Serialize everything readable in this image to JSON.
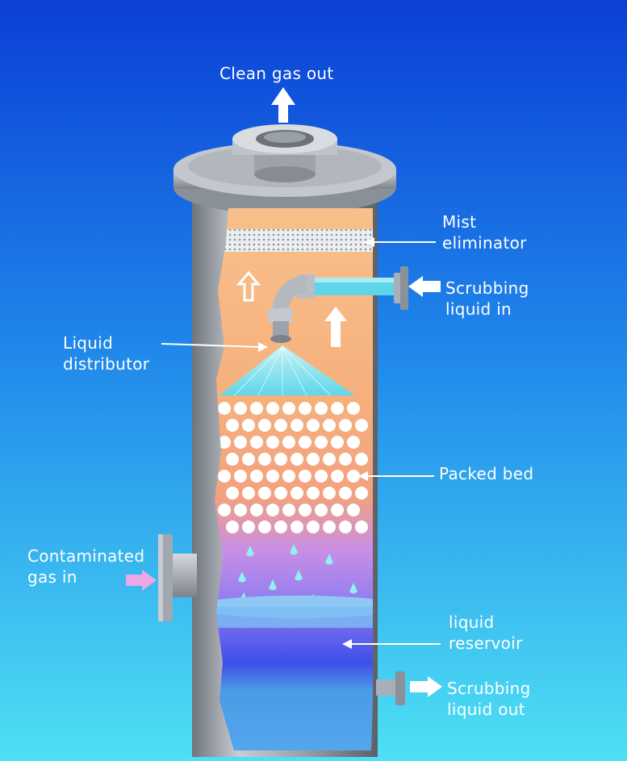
{
  "labels": {
    "clean_gas_out": "Clean gas out",
    "mist_eliminator": [
      "Mist",
      "eliminator"
    ],
    "scrubbing_liquid_in": [
      "Scrubbing",
      "liquid in"
    ],
    "liquid_distributor": [
      "Liquid",
      "distributor"
    ],
    "packed_bed": "Packed bed",
    "contaminated_gas_in": [
      "Contaminated",
      "gas in"
    ],
    "liquid_reservoir": [
      "liquid",
      "reservoir"
    ],
    "scrubbing_liquid_out": [
      "Scrubbing",
      "liquid out"
    ]
  },
  "colors": {
    "background_top": "#0b3fd6",
    "background_bottom": "#4ee0f4",
    "vessel_metal": "#a9afb8",
    "gas_zone": "#f6b47a",
    "liquid_pipe": "#5fd6e8",
    "reservoir": "#4a9be6",
    "contaminated_arrow": "#e9a8e6"
  },
  "icons": {
    "gas_flow_arrow": "up-arrow-icon",
    "spray_drop": "droplet-icon"
  }
}
